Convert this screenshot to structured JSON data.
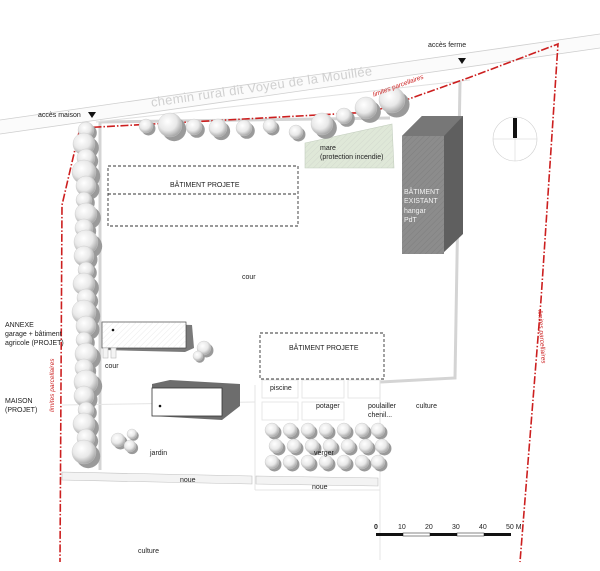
{
  "road": {
    "name": "chemin rural dit Voyeu  de la Mouillée"
  },
  "access": {
    "farm": "accès ferme",
    "house": "accès maison"
  },
  "boundaries": {
    "label": "limites parcellaires"
  },
  "buildings": {
    "projected": "BÂTIMENT PROJETE",
    "existing": [
      "BÂTIMENT",
      "EXISTANT",
      "hangar",
      "PdT"
    ],
    "annexe": [
      "ANNEXE",
      "garage + bâtiment",
      "agricole (PROJET)"
    ],
    "house": [
      "MAISON",
      "(PROJET)"
    ]
  },
  "pond": [
    "mare",
    "(protection incendie)"
  ],
  "zones": {
    "yard": "cour",
    "small_yard": "cour",
    "garden": "jardin",
    "pool": "piscine",
    "vegetable_garden": "potager",
    "henhouse": [
      "poulailler",
      "chenil..."
    ],
    "crop_east": "culture",
    "crop_south": "culture",
    "orchard": "verger",
    "ditch_west": "noue",
    "ditch_east": "noue"
  },
  "scale": {
    "ticks": [
      "0",
      "10",
      "20",
      "30",
      "40",
      "50 M"
    ]
  },
  "colors": {
    "boundary": "#cc1f1f",
    "building_existing": "#8c8c8c",
    "pond": "#dfe8d8",
    "tree": "#d9d9d9"
  }
}
